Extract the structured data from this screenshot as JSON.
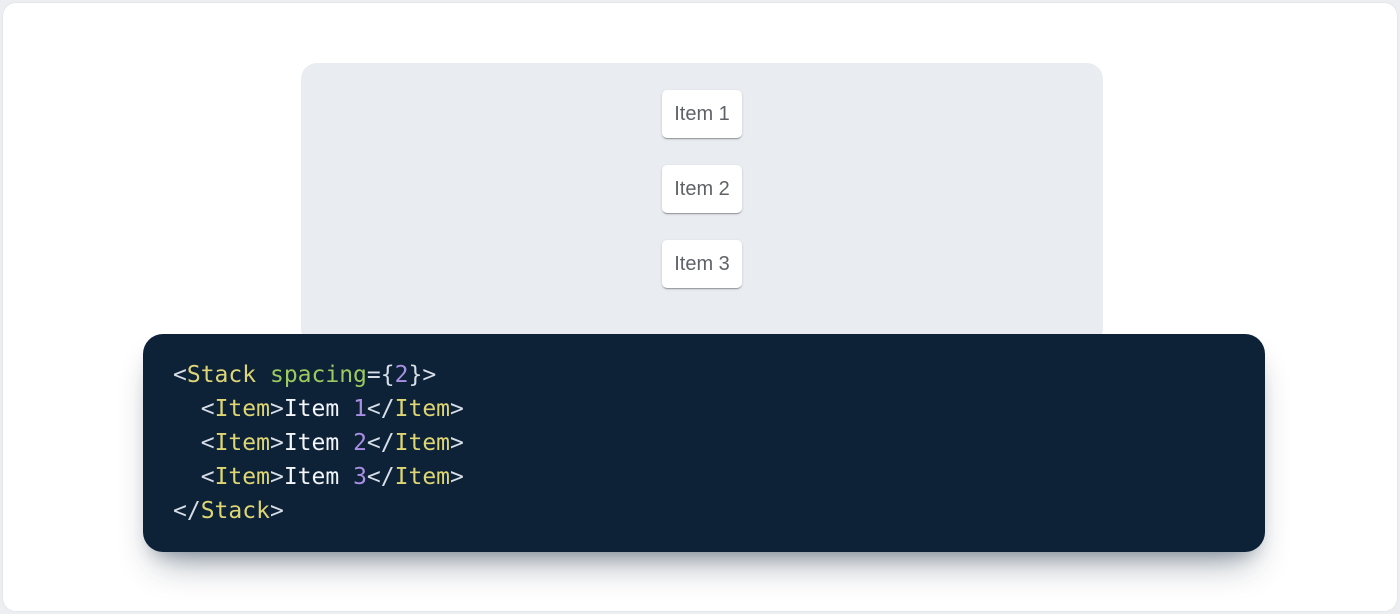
{
  "demo": {
    "items": [
      {
        "label": "Item 1"
      },
      {
        "label": "Item 2"
      },
      {
        "label": "Item 3"
      }
    ],
    "panel_background": "#e9edf2",
    "item_text_color": "#5f6368"
  },
  "code": {
    "language": "jsx",
    "source": "<Stack spacing={2}>\n  <Item>Item 1</Item>\n  <Item>Item 2</Item>\n  <Item>Item 3</Item>\n</Stack>",
    "background": "#0d2137",
    "palette": {
      "punct": "#d7dee8",
      "tag": "#ded673",
      "attr": "#9bcb5e",
      "number": "#a88fe3",
      "text": "#f2f5f9"
    },
    "lines": [
      [
        [
          "punct",
          "<"
        ],
        [
          "tag",
          "Stack"
        ],
        [
          "text",
          " "
        ],
        [
          "attr",
          "spacing"
        ],
        [
          "punct",
          "={"
        ],
        [
          "number",
          "2"
        ],
        [
          "punct",
          "}>"
        ]
      ],
      [
        [
          "text",
          "  "
        ],
        [
          "punct",
          "<"
        ],
        [
          "tag",
          "Item"
        ],
        [
          "punct",
          ">"
        ],
        [
          "text",
          "Item "
        ],
        [
          "number",
          "1"
        ],
        [
          "punct",
          "</"
        ],
        [
          "tag",
          "Item"
        ],
        [
          "punct",
          ">"
        ]
      ],
      [
        [
          "text",
          "  "
        ],
        [
          "punct",
          "<"
        ],
        [
          "tag",
          "Item"
        ],
        [
          "punct",
          ">"
        ],
        [
          "text",
          "Item "
        ],
        [
          "number",
          "2"
        ],
        [
          "punct",
          "</"
        ],
        [
          "tag",
          "Item"
        ],
        [
          "punct",
          ">"
        ]
      ],
      [
        [
          "text",
          "  "
        ],
        [
          "punct",
          "<"
        ],
        [
          "tag",
          "Item"
        ],
        [
          "punct",
          ">"
        ],
        [
          "text",
          "Item "
        ],
        [
          "number",
          "3"
        ],
        [
          "punct",
          "</"
        ],
        [
          "tag",
          "Item"
        ],
        [
          "punct",
          ">"
        ]
      ],
      [
        [
          "punct",
          "</"
        ],
        [
          "tag",
          "Stack"
        ],
        [
          "punct",
          ">"
        ]
      ]
    ]
  }
}
